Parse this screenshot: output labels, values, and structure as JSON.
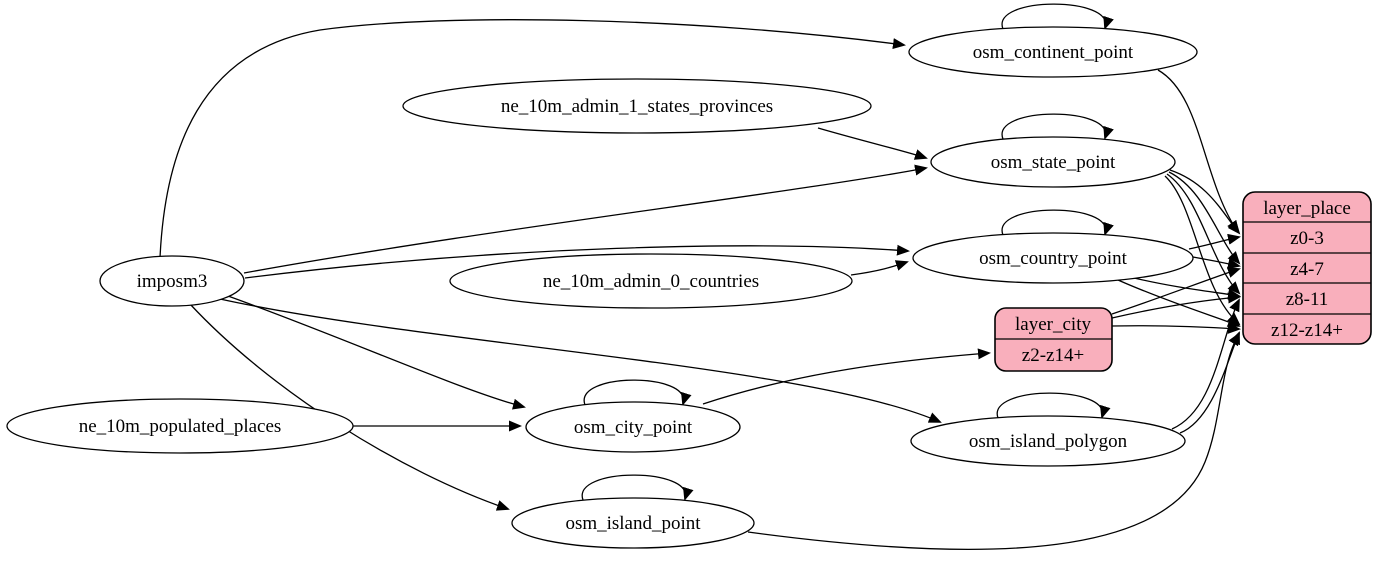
{
  "diagram": {
    "type": "graphviz-etl-graph",
    "colors": {
      "background": "#ffffff",
      "node_fill": "#ffffff",
      "record_fill": "#f9afbc",
      "stroke": "#000000",
      "text": "#000000"
    },
    "nodes": {
      "imposm3": {
        "label": "imposm3"
      },
      "ne_10m_admin_1_states_provinces": {
        "label": "ne_10m_admin_1_states_provinces"
      },
      "ne_10m_admin_0_countries": {
        "label": "ne_10m_admin_0_countries"
      },
      "ne_10m_populated_places": {
        "label": "ne_10m_populated_places"
      },
      "osm_continent_point": {
        "label": "osm_continent_point"
      },
      "osm_state_point": {
        "label": "osm_state_point"
      },
      "osm_country_point": {
        "label": "osm_country_point"
      },
      "osm_city_point": {
        "label": "osm_city_point"
      },
      "osm_island_polygon": {
        "label": "osm_island_polygon"
      },
      "osm_island_point": {
        "label": "osm_island_point"
      }
    },
    "records": {
      "layer_city": {
        "title": "layer_city",
        "rows": [
          "z2-z14+"
        ]
      },
      "layer_place": {
        "title": "layer_place",
        "rows": [
          "z0-3",
          "z4-7",
          "z8-11",
          "z12-z14+"
        ]
      }
    },
    "edges": [
      {
        "from": "imposm3",
        "to": "osm_continent_point"
      },
      {
        "from": "imposm3",
        "to": "osm_state_point"
      },
      {
        "from": "imposm3",
        "to": "osm_country_point"
      },
      {
        "from": "imposm3",
        "to": "osm_city_point"
      },
      {
        "from": "imposm3",
        "to": "osm_island_polygon"
      },
      {
        "from": "imposm3",
        "to": "osm_island_point"
      },
      {
        "from": "ne_10m_admin_1_states_provinces",
        "to": "osm_state_point"
      },
      {
        "from": "ne_10m_admin_0_countries",
        "to": "osm_country_point"
      },
      {
        "from": "ne_10m_populated_places",
        "to": "osm_city_point"
      },
      {
        "from": "osm_continent_point",
        "to": "osm_continent_point"
      },
      {
        "from": "osm_state_point",
        "to": "osm_state_point"
      },
      {
        "from": "osm_country_point",
        "to": "osm_country_point"
      },
      {
        "from": "osm_city_point",
        "to": "osm_city_point"
      },
      {
        "from": "osm_island_polygon",
        "to": "osm_island_polygon"
      },
      {
        "from": "osm_island_point",
        "to": "osm_island_point"
      },
      {
        "from": "osm_city_point",
        "to": "layer_city:z2-z14+"
      },
      {
        "from": "osm_continent_point",
        "to": "layer_place:z0-3"
      },
      {
        "from": "osm_state_point",
        "to": "layer_place:z0-3"
      },
      {
        "from": "osm_state_point",
        "to": "layer_place:z4-7"
      },
      {
        "from": "osm_state_point",
        "to": "layer_place:z8-11"
      },
      {
        "from": "osm_state_point",
        "to": "layer_place:z12-z14+"
      },
      {
        "from": "osm_country_point",
        "to": "layer_place:z0-3"
      },
      {
        "from": "osm_country_point",
        "to": "layer_place:z4-7"
      },
      {
        "from": "osm_country_point",
        "to": "layer_place:z8-11"
      },
      {
        "from": "osm_country_point",
        "to": "layer_place:z12-z14+"
      },
      {
        "from": "layer_city",
        "to": "layer_place:z4-7"
      },
      {
        "from": "layer_city",
        "to": "layer_place:z8-11"
      },
      {
        "from": "layer_city",
        "to": "layer_place:z12-z14+"
      },
      {
        "from": "osm_island_polygon",
        "to": "layer_place:z8-11"
      },
      {
        "from": "osm_island_polygon",
        "to": "layer_place:z12-z14+"
      },
      {
        "from": "osm_island_point",
        "to": "layer_place:z12-z14+"
      }
    ]
  }
}
